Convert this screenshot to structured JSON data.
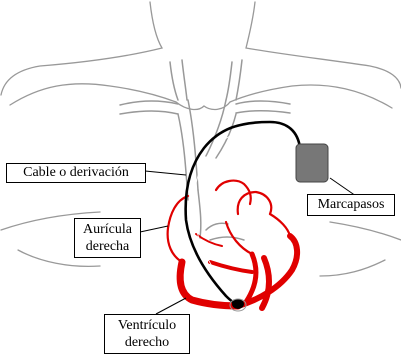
{
  "labels": {
    "cable": "Cable o derivación",
    "marcapasos": "Marcapasos",
    "auricula": [
      "Aurícula",
      "derecha"
    ],
    "ventriculo": [
      "Ventrículo",
      "derecho"
    ]
  },
  "colors": {
    "body_outline": "#999999",
    "vessels": "#999999",
    "heart": "#e00000",
    "lead": "#000000",
    "pacemaker_fill": "#777777",
    "pacemaker_stroke": "#444444"
  }
}
